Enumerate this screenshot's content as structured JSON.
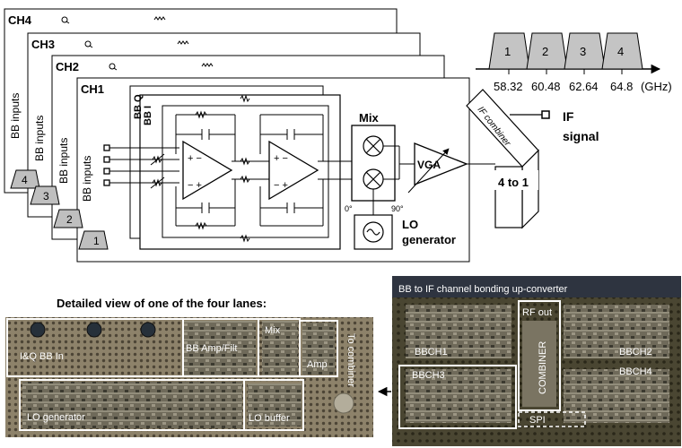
{
  "channels": {
    "ch4": "CH4",
    "ch3": "CH3",
    "ch2": "CH2",
    "ch1": "CH1",
    "bb_inputs": "BB inputs",
    "bb_q": "BB Q",
    "bb_i": "BB I",
    "mix": "Mix",
    "vga": "VGA",
    "lo_generator_line1": "LO",
    "lo_generator_line2": "generator",
    "phase_0": "0°",
    "phase_90": "90°",
    "if_combiner": "IF combiner",
    "four_to_one": "4 to 1",
    "if_signal_line1": "IF",
    "if_signal_line2": "signal"
  },
  "spectrum": {
    "channel_numbers": [
      "1",
      "2",
      "3",
      "4"
    ],
    "frequencies": [
      "58.32",
      "60.48",
      "62.64",
      "64.8"
    ],
    "unit": "(GHz)"
  },
  "stacked_numbers": [
    "4",
    "3",
    "2",
    "1"
  ],
  "detail": {
    "title": "Detailed view of one of the four lanes:",
    "iq_bb_in": "I&Q BB In",
    "bb_amp_filt": "BB Amp/Filt",
    "mix": "Mix",
    "amp": "Amp",
    "to_combiner": "To combiner",
    "lo_generator": "LO generator",
    "lo_buffer": "LO buffer"
  },
  "die": {
    "title": "BB to IF channel bonding up-converter",
    "rf_out": "RF out",
    "combiner": "COMBINER",
    "bbch1": "BBCH1",
    "bbch2": "BBCH2",
    "bbch3": "BBCH3",
    "bbch4": "BBCH4",
    "spi": "SPI"
  },
  "colors": {
    "photo_background": "#8a7f66",
    "die_background": "#3a3a2a",
    "die_title_background": "#2e3440",
    "channel_trapezoid_fill": "#bfbfbf"
  }
}
